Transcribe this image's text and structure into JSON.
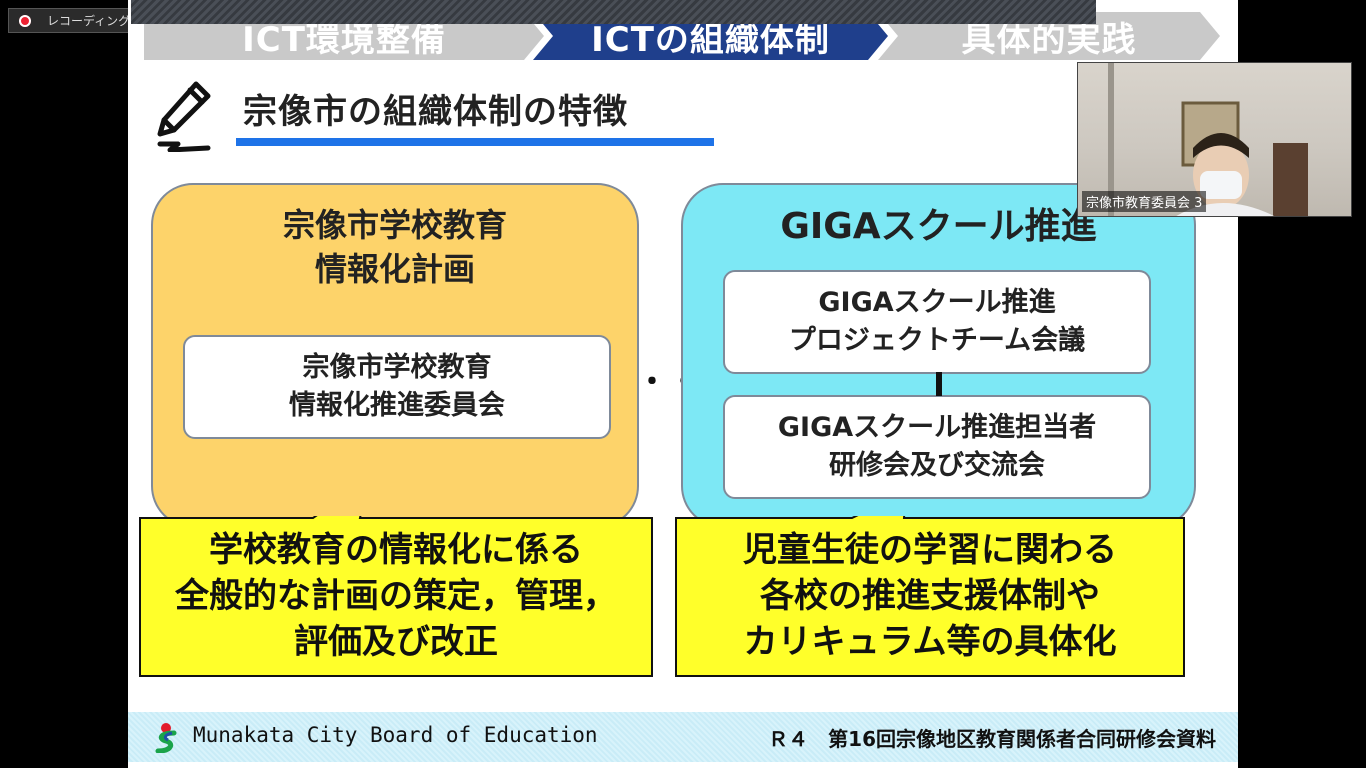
{
  "recording": {
    "label": "レコーディングしています..."
  },
  "slide": {
    "steps": [
      "ICT環境整備",
      "ICTの組織体制",
      "具体的実践"
    ],
    "heading": "宗像市の組織体制の特徴",
    "left_panel": {
      "title_lines": [
        "宗像市学校教育",
        "情報化計画"
      ],
      "box_lines": [
        "宗像市学校教育",
        "情報化推進委員会"
      ]
    },
    "right_panel": {
      "title": "GIGAスクール推進",
      "box1_lines": [
        "GIGAスクール推進",
        "プロジェクトチーム会議"
      ],
      "box2_lines": [
        "GIGAスクール推進担当者",
        "研修会及び交流会"
      ]
    },
    "connector": "・・・",
    "callout_left": [
      "学校教育の情報化に係る",
      "全般的な計画の策定，管理，",
      "評価及び改正"
    ],
    "callout_right": [
      "児童生徒の学習に関わる",
      "各校の推進支援体制や",
      "カリキュラム等の具体化"
    ],
    "footer": {
      "org": "Munakata City Board of Education",
      "doc": "Ｒ４　第16回宗像地区教育関係者合同研修会資料"
    }
  },
  "video": {
    "participant_name": "宗像市教育委員会 3"
  },
  "colors": {
    "step_active": "#1f3f8c",
    "step_inactive": "#c9c9c9",
    "left_panel": "#fdd36a",
    "right_panel": "#7de8f5",
    "callout": "#ffff2a",
    "heading_underline": "#1e73e8"
  }
}
